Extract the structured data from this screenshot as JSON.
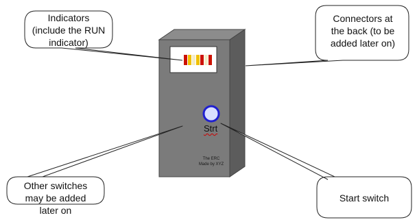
{
  "callouts": {
    "indicators": [
      "Indicators",
      "(include the RUN",
      "indicator)"
    ],
    "connectors": [
      "Connectors at",
      "the back (to be",
      "added later on)"
    ],
    "other_switches": [
      "Other switches",
      "may be added",
      "later on"
    ],
    "start_switch": [
      "Start switch"
    ]
  },
  "device": {
    "start_label": "Strt",
    "maker_line1": "The ERC",
    "maker_line2": "Made by XYZ"
  },
  "colors": {
    "case_front": "#7b7b7b",
    "case_side": "#5c5c5c",
    "case_top": "#8c8c8c",
    "indicator_red": "#cc1100",
    "indicator_yellow": "#f0c000",
    "indicator_cream": "#f3ecc8",
    "button_ring": "#1f1fcf",
    "button_fill": "#d9dfff"
  }
}
